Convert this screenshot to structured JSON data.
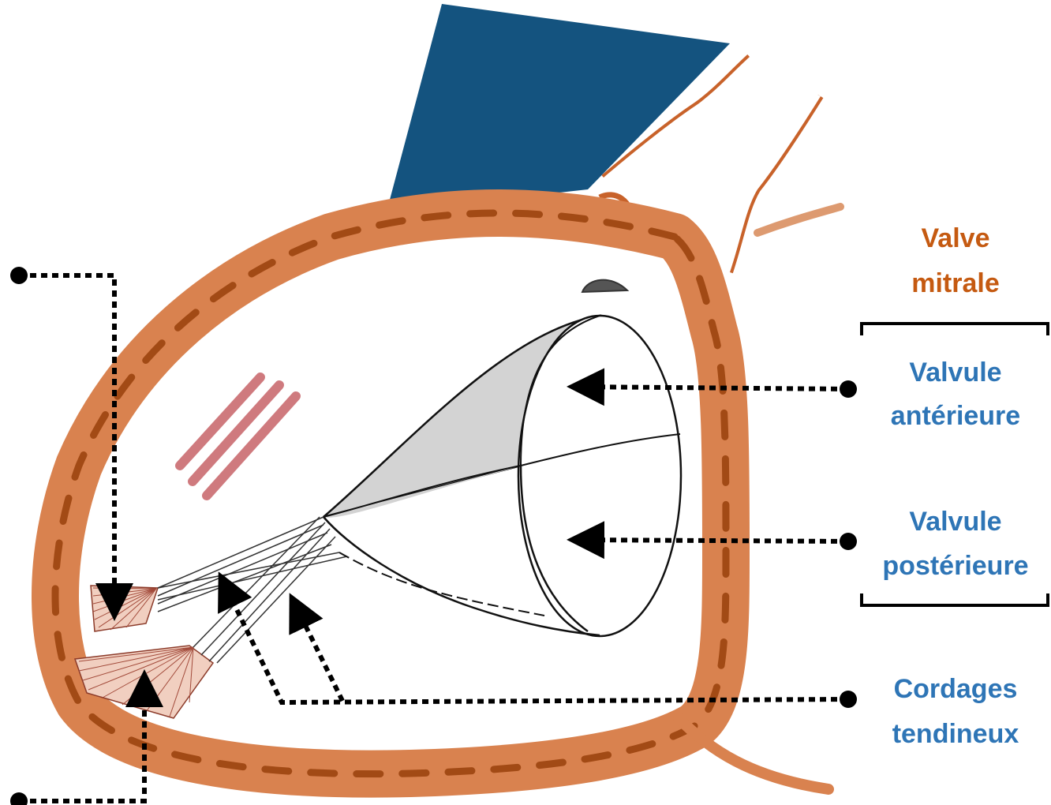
{
  "labels": {
    "valve_line1": "Valve",
    "valve_line2": "mitrale",
    "anterior_line1": "Valvule",
    "anterior_line2": "antérieure",
    "posterior_line1": "Valvule",
    "posterior_line2": "postérieure",
    "chordae_line1": "Cordages",
    "chordae_line2": "tendineux"
  },
  "colors": {
    "valve_label": "#c55a11",
    "leaflet_label": "#2e75b6",
    "muscle": "#d9824f",
    "muscle_dark": "#a24a15",
    "vessel": "#14537f",
    "leaflet_fill": "#d3d3d3",
    "papillary": "#f1cfc0",
    "leader": "#000000"
  }
}
